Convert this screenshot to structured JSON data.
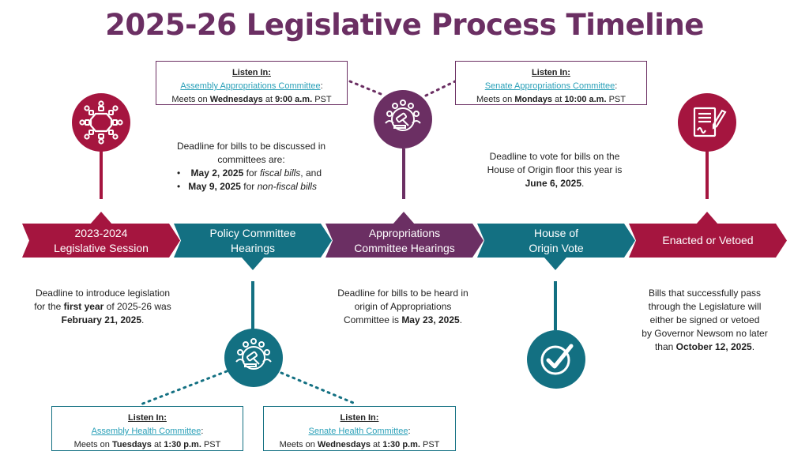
{
  "title": "2025-26 Legislative Process Timeline",
  "colors": {
    "crimson": "#a5153f",
    "teal": "#137082",
    "purple": "#6b2f63",
    "link": "#2aa0b8"
  },
  "stages": [
    {
      "line1": "2023-2024",
      "line2": "Legislative Session",
      "color": "#a5153f"
    },
    {
      "line1": "Policy Committee",
      "line2": "Hearings",
      "color": "#137082"
    },
    {
      "line1": "Appropriations",
      "line2": "Committee Hearings",
      "color": "#6b2f63"
    },
    {
      "line1": "House of",
      "line2": "Origin Vote",
      "color": "#137082"
    },
    {
      "line1": "Enacted or Vetoed",
      "line2": "",
      "color": "#a5153f"
    }
  ],
  "icons": {
    "session": "cabinet-meeting-icon",
    "policy": "gavel-committee-icon",
    "appropriations": "gavel-committee-icon",
    "vote": "checkmark-icon",
    "enacted": "signed-document-icon"
  },
  "notes": {
    "session": {
      "t1": "Deadline to introduce legislation",
      "t2a": "for the ",
      "t2b": "first year",
      "t2c": " of 2025-26 was",
      "t3": "February 21, 2025",
      "t3end": "."
    },
    "policy": {
      "t1": "Deadline for bills to be discussed in",
      "t2": "committees are:",
      "b1date": "May 2, 2025",
      "b1mid": " for ",
      "b1em": "fiscal bills",
      "b1end": ", and",
      "b2date": "May 9, 2025",
      "b2mid": " for ",
      "b2em": "non-fiscal bills"
    },
    "appropriations": {
      "t1": "Deadline for bills to be heard in",
      "t2": "origin of Appropriations",
      "t3a": "Committee is ",
      "t3b": "May 23, 2025",
      "t3end": "."
    },
    "vote": {
      "t1": "Deadline to vote for bills on the",
      "t2": "House of Origin floor this year is",
      "t3": "June 6, 2025",
      "t3end": "."
    },
    "enacted": {
      "t1": "Bills that successfully pass",
      "t2": "through the Legislature will",
      "t3": "either be signed or vetoed",
      "t4": "by Governor Newsom no later",
      "t5a": "than ",
      "t5b": "October 12, 2025",
      "t5end": "."
    }
  },
  "listen_boxes": [
    {
      "heading": "Listen In:",
      "committee": "Assembly Appropriations Committee",
      "colon": ":",
      "meets": "Meets on ",
      "day": "Wednesdays",
      "at": " at ",
      "time": "9:00 a.m.",
      "tz": " PST"
    },
    {
      "heading": "Listen In:",
      "committee": "Senate Appropriations Committee",
      "colon": ":",
      "meets": "Meets on ",
      "day": "Mondays",
      "at": " at ",
      "time": "10:00 a.m.",
      "tz": " PST"
    },
    {
      "heading": "Listen In:",
      "committee": "Assembly Health Committee",
      "colon": ":",
      "meets": "Meets on ",
      "day": "Tuesdays",
      "at": " at ",
      "time": "1:30 p.m.",
      "tz": " PST"
    },
    {
      "heading": "Listen In:",
      "committee": "Senate Health Committee",
      "colon": ":",
      "meets": "Meets on ",
      "day": "Wednesdays",
      "at": " at ",
      "time": "1:30 p.m.",
      "tz": " PST"
    }
  ]
}
